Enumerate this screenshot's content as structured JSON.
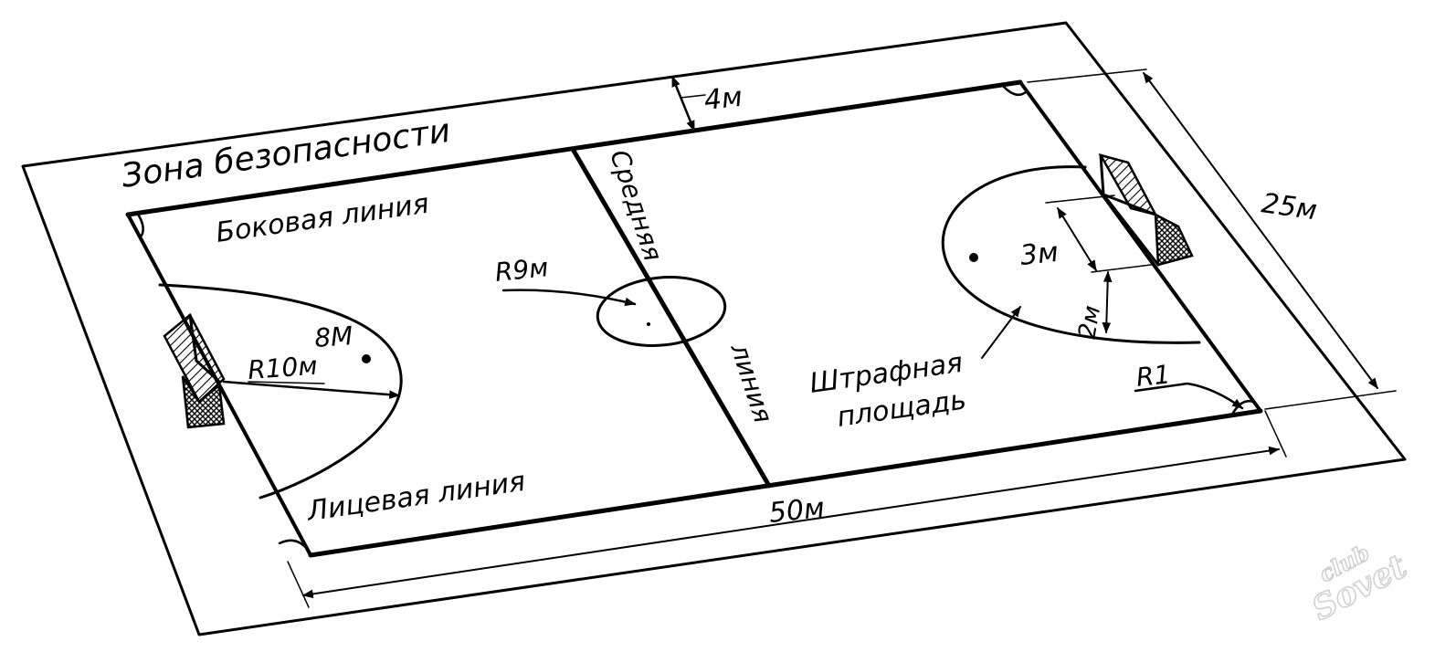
{
  "labels": {
    "safety_zone": "Зона безопасности",
    "side_line": "Боковая линия",
    "middle_line_part1": "Средняя",
    "middle_line_part2": "линия",
    "goal_line": "Лицевая линия",
    "penalty_area_line1": "Штрафная",
    "penalty_area_line2": "площадь"
  },
  "dimensions": {
    "safety_zone_width": "4м",
    "field_width": "25м",
    "field_length": "50м",
    "goal_width": "3м",
    "goal_height": "2м",
    "center_circle_radius": "R9м",
    "penalty_area_radius": "R10м",
    "penalty_spot_distance": "8М",
    "corner_radius": "R1"
  },
  "watermark": {
    "line1": "club",
    "line2": "Sovet"
  },
  "colors": {
    "ink": "#000000",
    "background": "#ffffff",
    "watermark_outline": "#cfcfcf"
  }
}
